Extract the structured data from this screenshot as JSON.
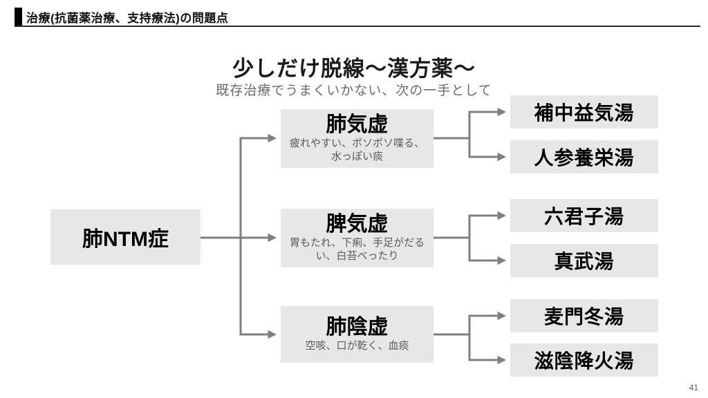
{
  "header": {
    "title": "治療(抗菌薬治療、支持療法)の問題点"
  },
  "slide": {
    "title": "少しだけ脱線〜漢方薬〜",
    "subtitle": "既存治療でうまくいかない、次の一手として",
    "page_number": "41"
  },
  "diagram": {
    "root": {
      "label": "肺NTM症"
    },
    "patterns": [
      {
        "name": "肺気虚",
        "symptoms": "疲れやすい、ポソポソ喋る、\n水っぽい痰",
        "remedies": [
          "補中益気湯",
          "人参養栄湯"
        ]
      },
      {
        "name": "脾気虚",
        "symptoms": "胃もたれ、下痢、手足がだる\nい、白苔べったり",
        "remedies": [
          "六君子湯",
          "真武湯"
        ]
      },
      {
        "name": "肺陰虚",
        "symptoms": "空咳、口が乾く、血痰",
        "remedies": [
          "麦門冬湯",
          "滋陰降火湯"
        ]
      }
    ],
    "colors": {
      "box_background": "#e7e7e7",
      "arrow": "#7f7f7f",
      "accent_bar": "#000000",
      "symptom_text": "#595959"
    }
  }
}
